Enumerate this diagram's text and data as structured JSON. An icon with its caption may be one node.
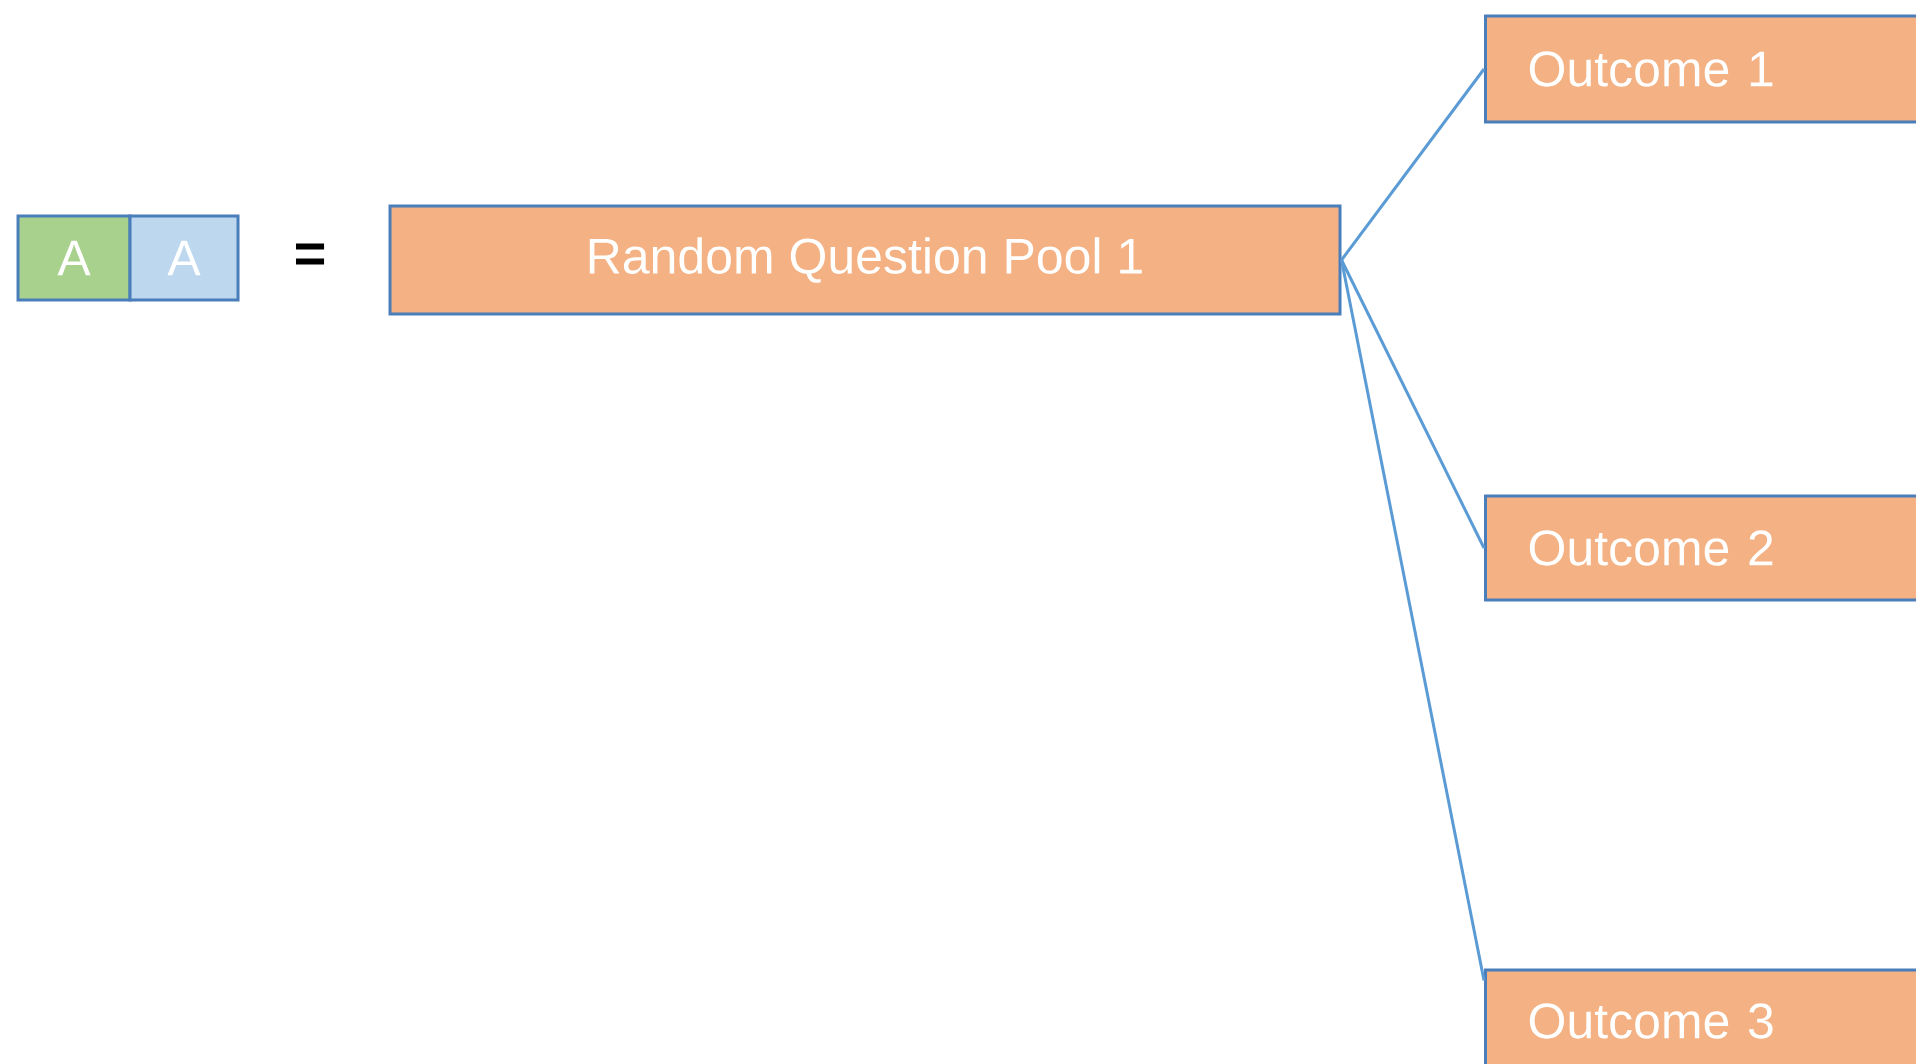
{
  "diagram": {
    "nodes": [
      {
        "text": [
          "A"
        ]
      },
      {
        "text": [
          "A"
        ]
      },
      {
        "text": [
          "Random Question Pool 1"
        ]
      },
      {
        "text": [
          "Outcome 1"
        ]
      },
      {
        "text": [
          "Outcome 2"
        ]
      },
      {
        "text": [
          "Outcome 3"
        ]
      }
    ],
    "edges": [
      {
        "from": 2,
        "to": 3,
        "arrow": "none"
      },
      {
        "from": 2,
        "to": 4,
        "arrow": "none"
      },
      {
        "from": 2,
        "to": 5,
        "arrow": "none"
      }
    ],
    "labels": [
      "="
    ]
  }
}
